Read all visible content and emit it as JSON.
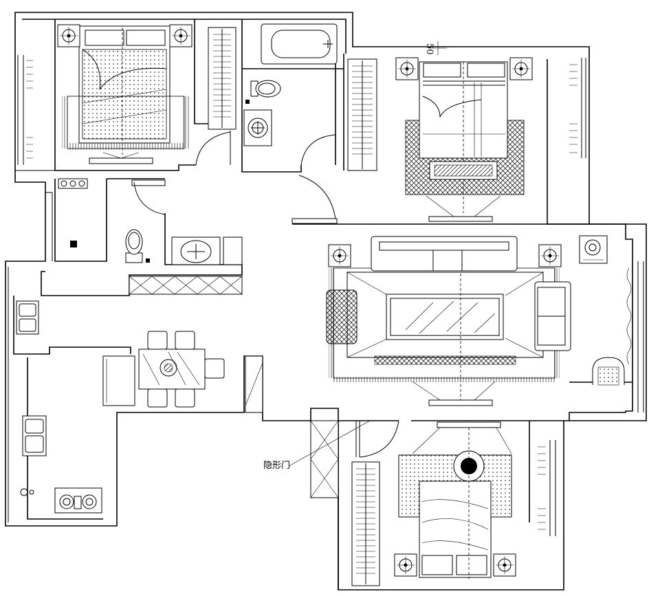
{
  "annotations": {
    "hidden_door": "隐形门",
    "dimension_mark": "50"
  },
  "colors": {
    "line": "#000000",
    "background": "#ffffff"
  },
  "fixtures": [
    "double-bed",
    "single-bed",
    "wardrobe",
    "bathtub",
    "toilet",
    "washbasin",
    "sofa",
    "coffee-table",
    "armchair",
    "dining-table",
    "dining-chair",
    "kitchen-sink",
    "gas-stove",
    "tv-cabinet",
    "nightstand-lamp",
    "rug",
    "door-swing"
  ]
}
